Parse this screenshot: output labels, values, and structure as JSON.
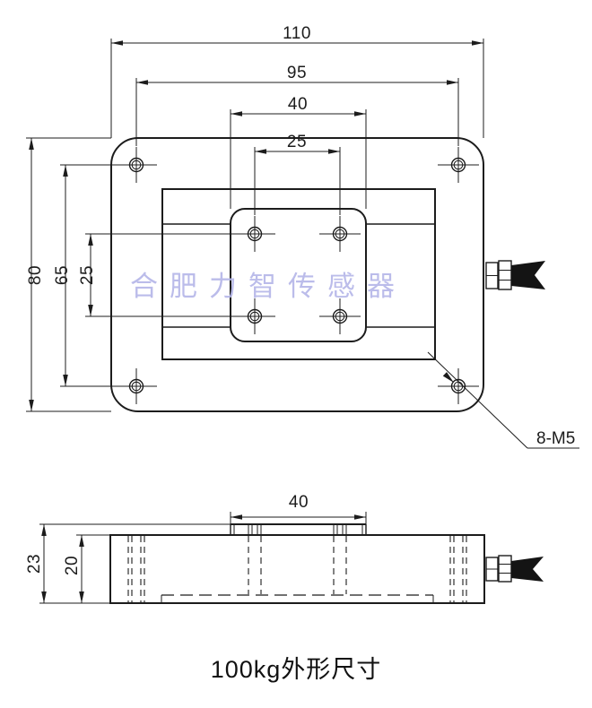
{
  "caption": "100kg外形尺寸",
  "watermark": {
    "text": "合肥力智传感器",
    "color": "#b4b5e8"
  },
  "colors": {
    "line": "#1c1c1c",
    "background": "#ffffff",
    "cable_fill": "#141414"
  },
  "top_view": {
    "dim_overall_width": "110",
    "dim_corner_hole_span_x": "95",
    "dim_boss_width": "40",
    "dim_inner_hole_span_x": "25",
    "dim_overall_height": "80",
    "dim_corner_hole_span_y": "65",
    "dim_inner_hole_span_y": "25",
    "thread_callout": "8-M5"
  },
  "side_view": {
    "dim_boss_width": "40",
    "dim_overall_height": "23",
    "dim_body_height": "20"
  }
}
